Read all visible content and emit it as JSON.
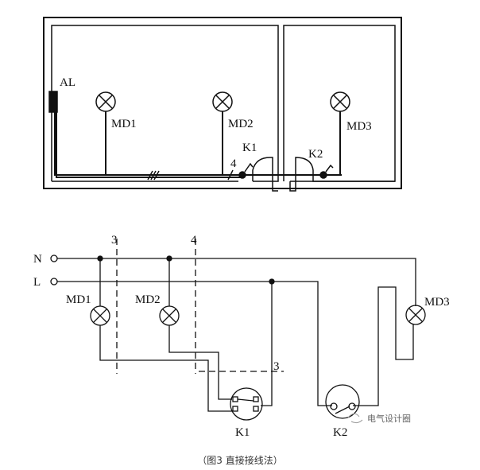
{
  "plan": {
    "panel_label": "AL",
    "lamps": [
      "MD1",
      "MD2",
      "MD3"
    ],
    "switches": [
      "K1",
      "K2"
    ],
    "wire_count_label": "4"
  },
  "schematic": {
    "neutral_label": "N",
    "line_label": "L",
    "lamps": [
      "MD1",
      "MD2",
      "MD3"
    ],
    "switches": [
      "K1",
      "K2"
    ],
    "dash_labels": [
      "3",
      "4",
      "3"
    ]
  },
  "watermark": "电气设计圈",
  "caption": "（图3 直接接线法）"
}
